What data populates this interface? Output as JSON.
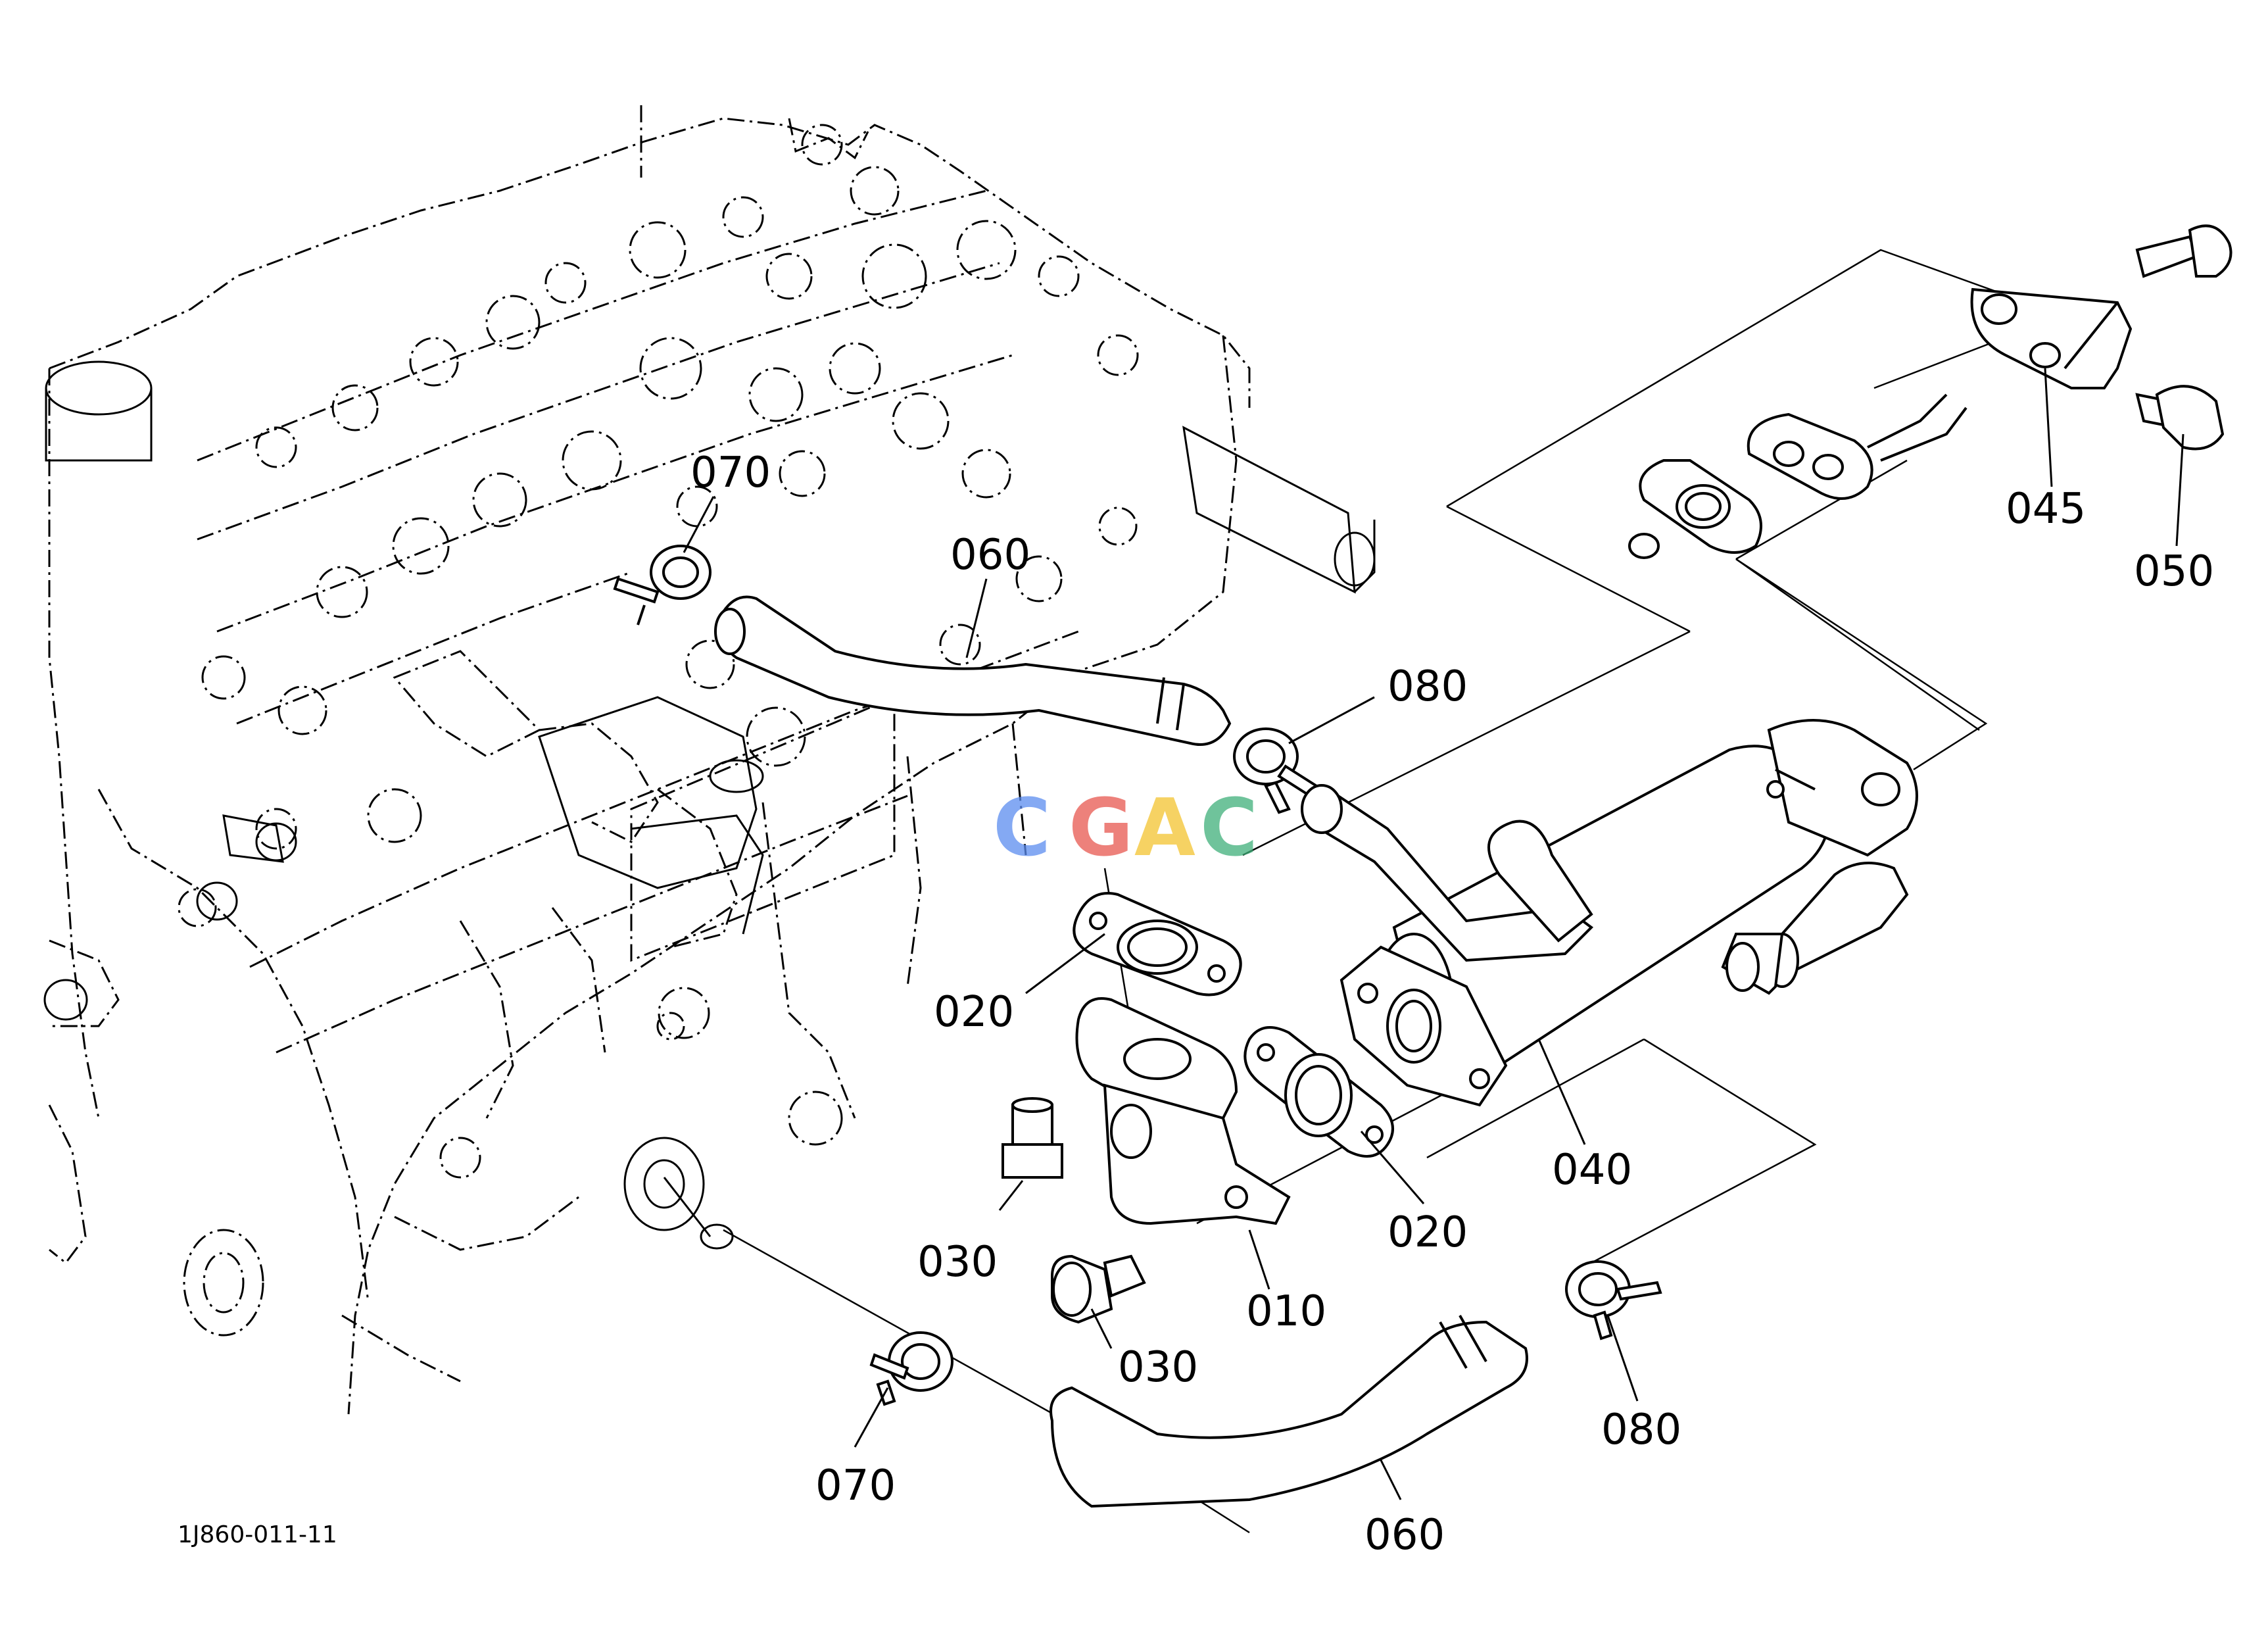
{
  "diagram": {
    "drawing_code": "1J860-011-11",
    "watermark": {
      "letters": [
        "C",
        "G",
        "A",
        "C"
      ],
      "colors": [
        "#5b8def",
        "#e8584f",
        "#f4c430",
        "#3fb07a"
      ]
    },
    "callouts": [
      {
        "id": "c070a",
        "label": "070"
      },
      {
        "id": "c060a",
        "label": "060"
      },
      {
        "id": "c080a",
        "label": "080"
      },
      {
        "id": "c045",
        "label": "045"
      },
      {
        "id": "c050",
        "label": "050"
      },
      {
        "id": "c020a",
        "label": "020"
      },
      {
        "id": "c020b",
        "label": "020"
      },
      {
        "id": "c040",
        "label": "040"
      },
      {
        "id": "c030a",
        "label": "030"
      },
      {
        "id": "c030b",
        "label": "030"
      },
      {
        "id": "c010",
        "label": "010"
      },
      {
        "id": "c080b",
        "label": "080"
      },
      {
        "id": "c070b",
        "label": "070"
      },
      {
        "id": "c060b",
        "label": "060"
      }
    ]
  }
}
